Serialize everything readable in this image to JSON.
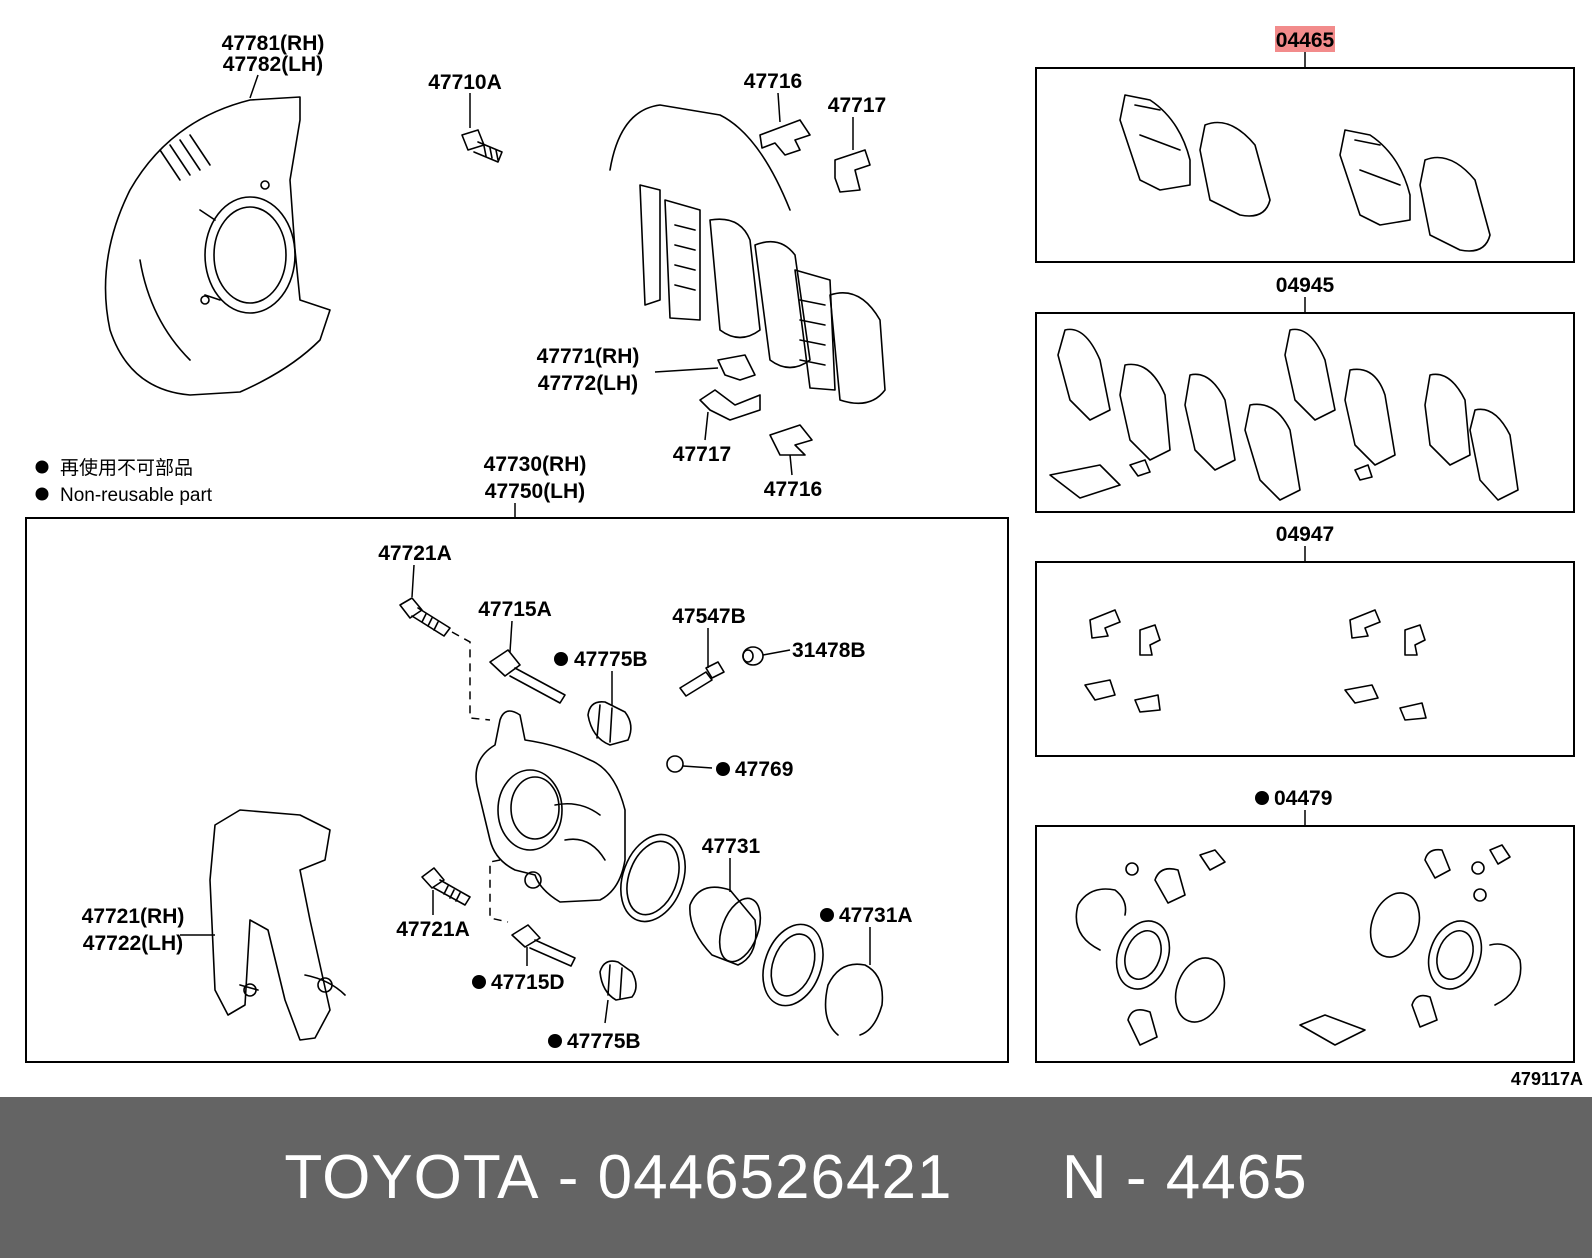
{
  "labels": {
    "shield_rh": "47781(RH)",
    "shield_lh": "47782(LH)",
    "bolt_47710a": "47710A",
    "clip_47716_top": "47716",
    "clip_47717_top": "47717",
    "shim_rh": "47771(RH)",
    "shim_lh": "47772(LH)",
    "clip_47717_bottom": "47717",
    "clip_47716_bottom": "47716",
    "caliper_rh": "47730(RH)",
    "caliper_lh": "47750(LH)",
    "bolt_47721a_top": "47721A",
    "pin_47715a": "47715A",
    "boot_47775b_top": "47775B",
    "bleeder_47547b": "47547B",
    "cap_31478b": "31478B",
    "cap_47769": "47769",
    "piston_47731": "47731",
    "mount_rh": "47721(RH)",
    "mount_lh": "47722(LH)",
    "bolt_47721a_bottom": "47721A",
    "seal_47731a": "47731A",
    "pin_47715d": "47715D",
    "boot_47775b_bottom": "47775B",
    "kit_04465": "04465",
    "kit_04945": "04945",
    "kit_04947": "04947",
    "kit_04479": "04479",
    "diagram_code": "479117A"
  },
  "legend": {
    "japanese": "再使用不可部品",
    "english": "Non-reusable part"
  },
  "highlight_color": "#f28b8b",
  "footer": {
    "brand": "TOYOTA",
    "separator": "-",
    "part_number": "0446526421",
    "ref_prefix": "N",
    "ref_number": "4465"
  },
  "colors": {
    "footer_bg": "#646464",
    "footer_text": "#ffffff"
  }
}
